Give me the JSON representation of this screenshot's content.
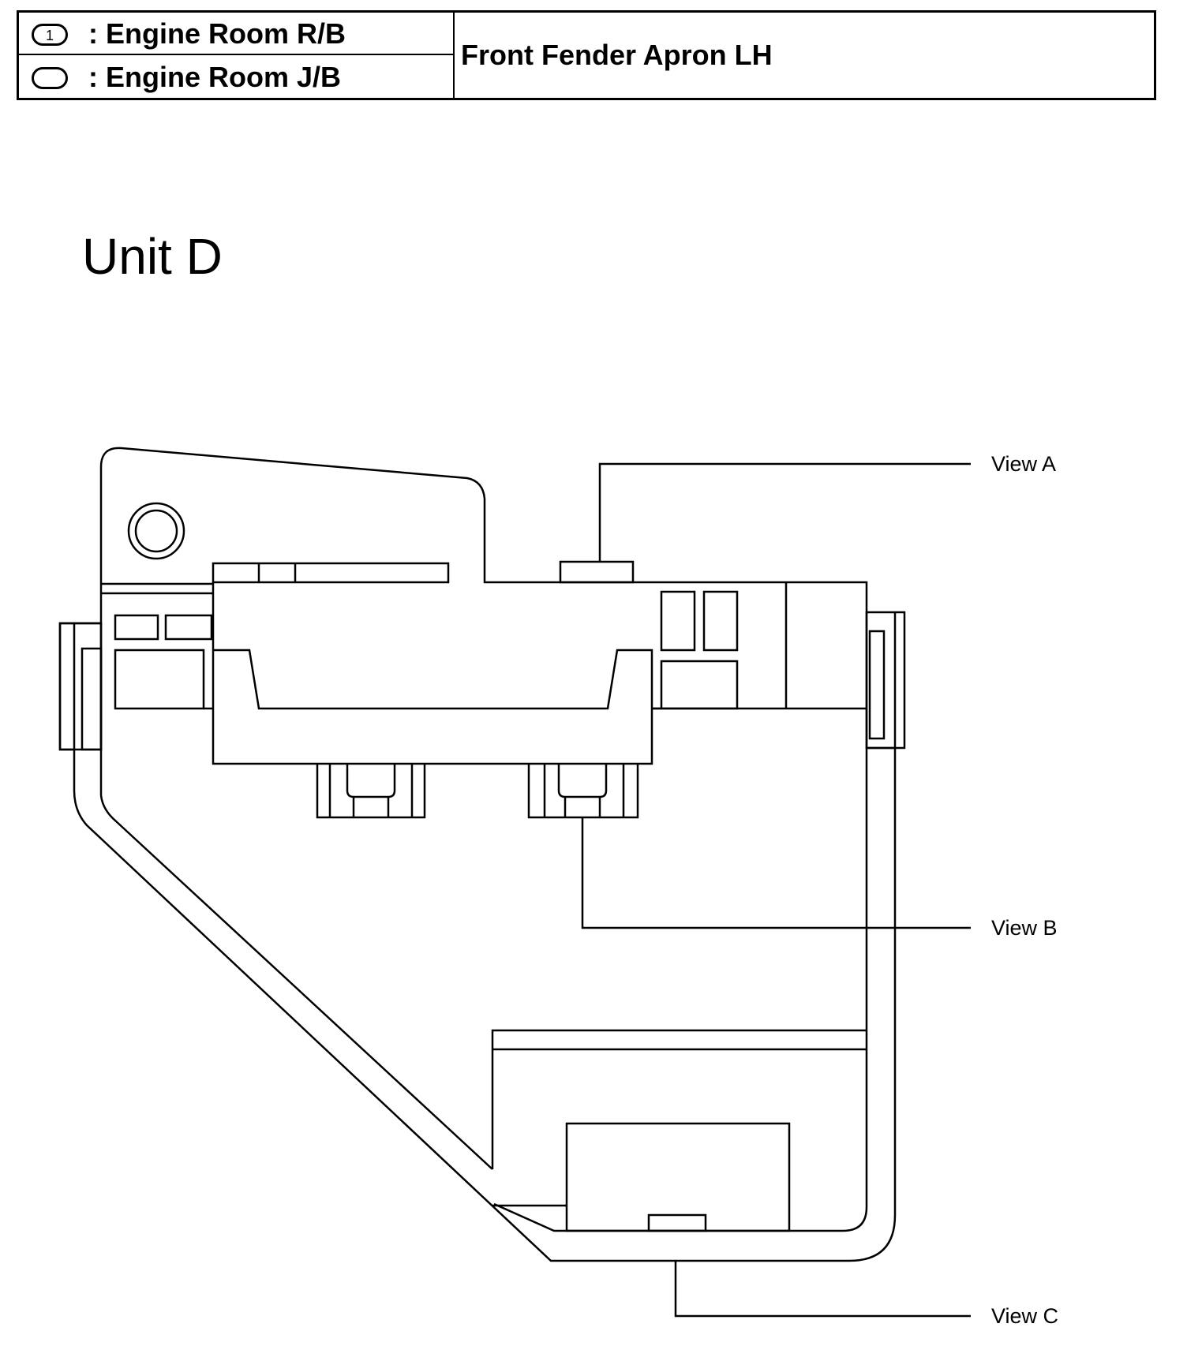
{
  "legend": {
    "rows": [
      {
        "symbol": "circle-1",
        "symbol_text": "1",
        "label": ": Engine Room R/B"
      },
      {
        "symbol": "oval-blank",
        "label": ": Engine Room J/B"
      }
    ],
    "location": "Front Fender Apron LH"
  },
  "unit_title": "Unit D",
  "views": {
    "a": "View A",
    "b": "View B",
    "c": "View C"
  }
}
